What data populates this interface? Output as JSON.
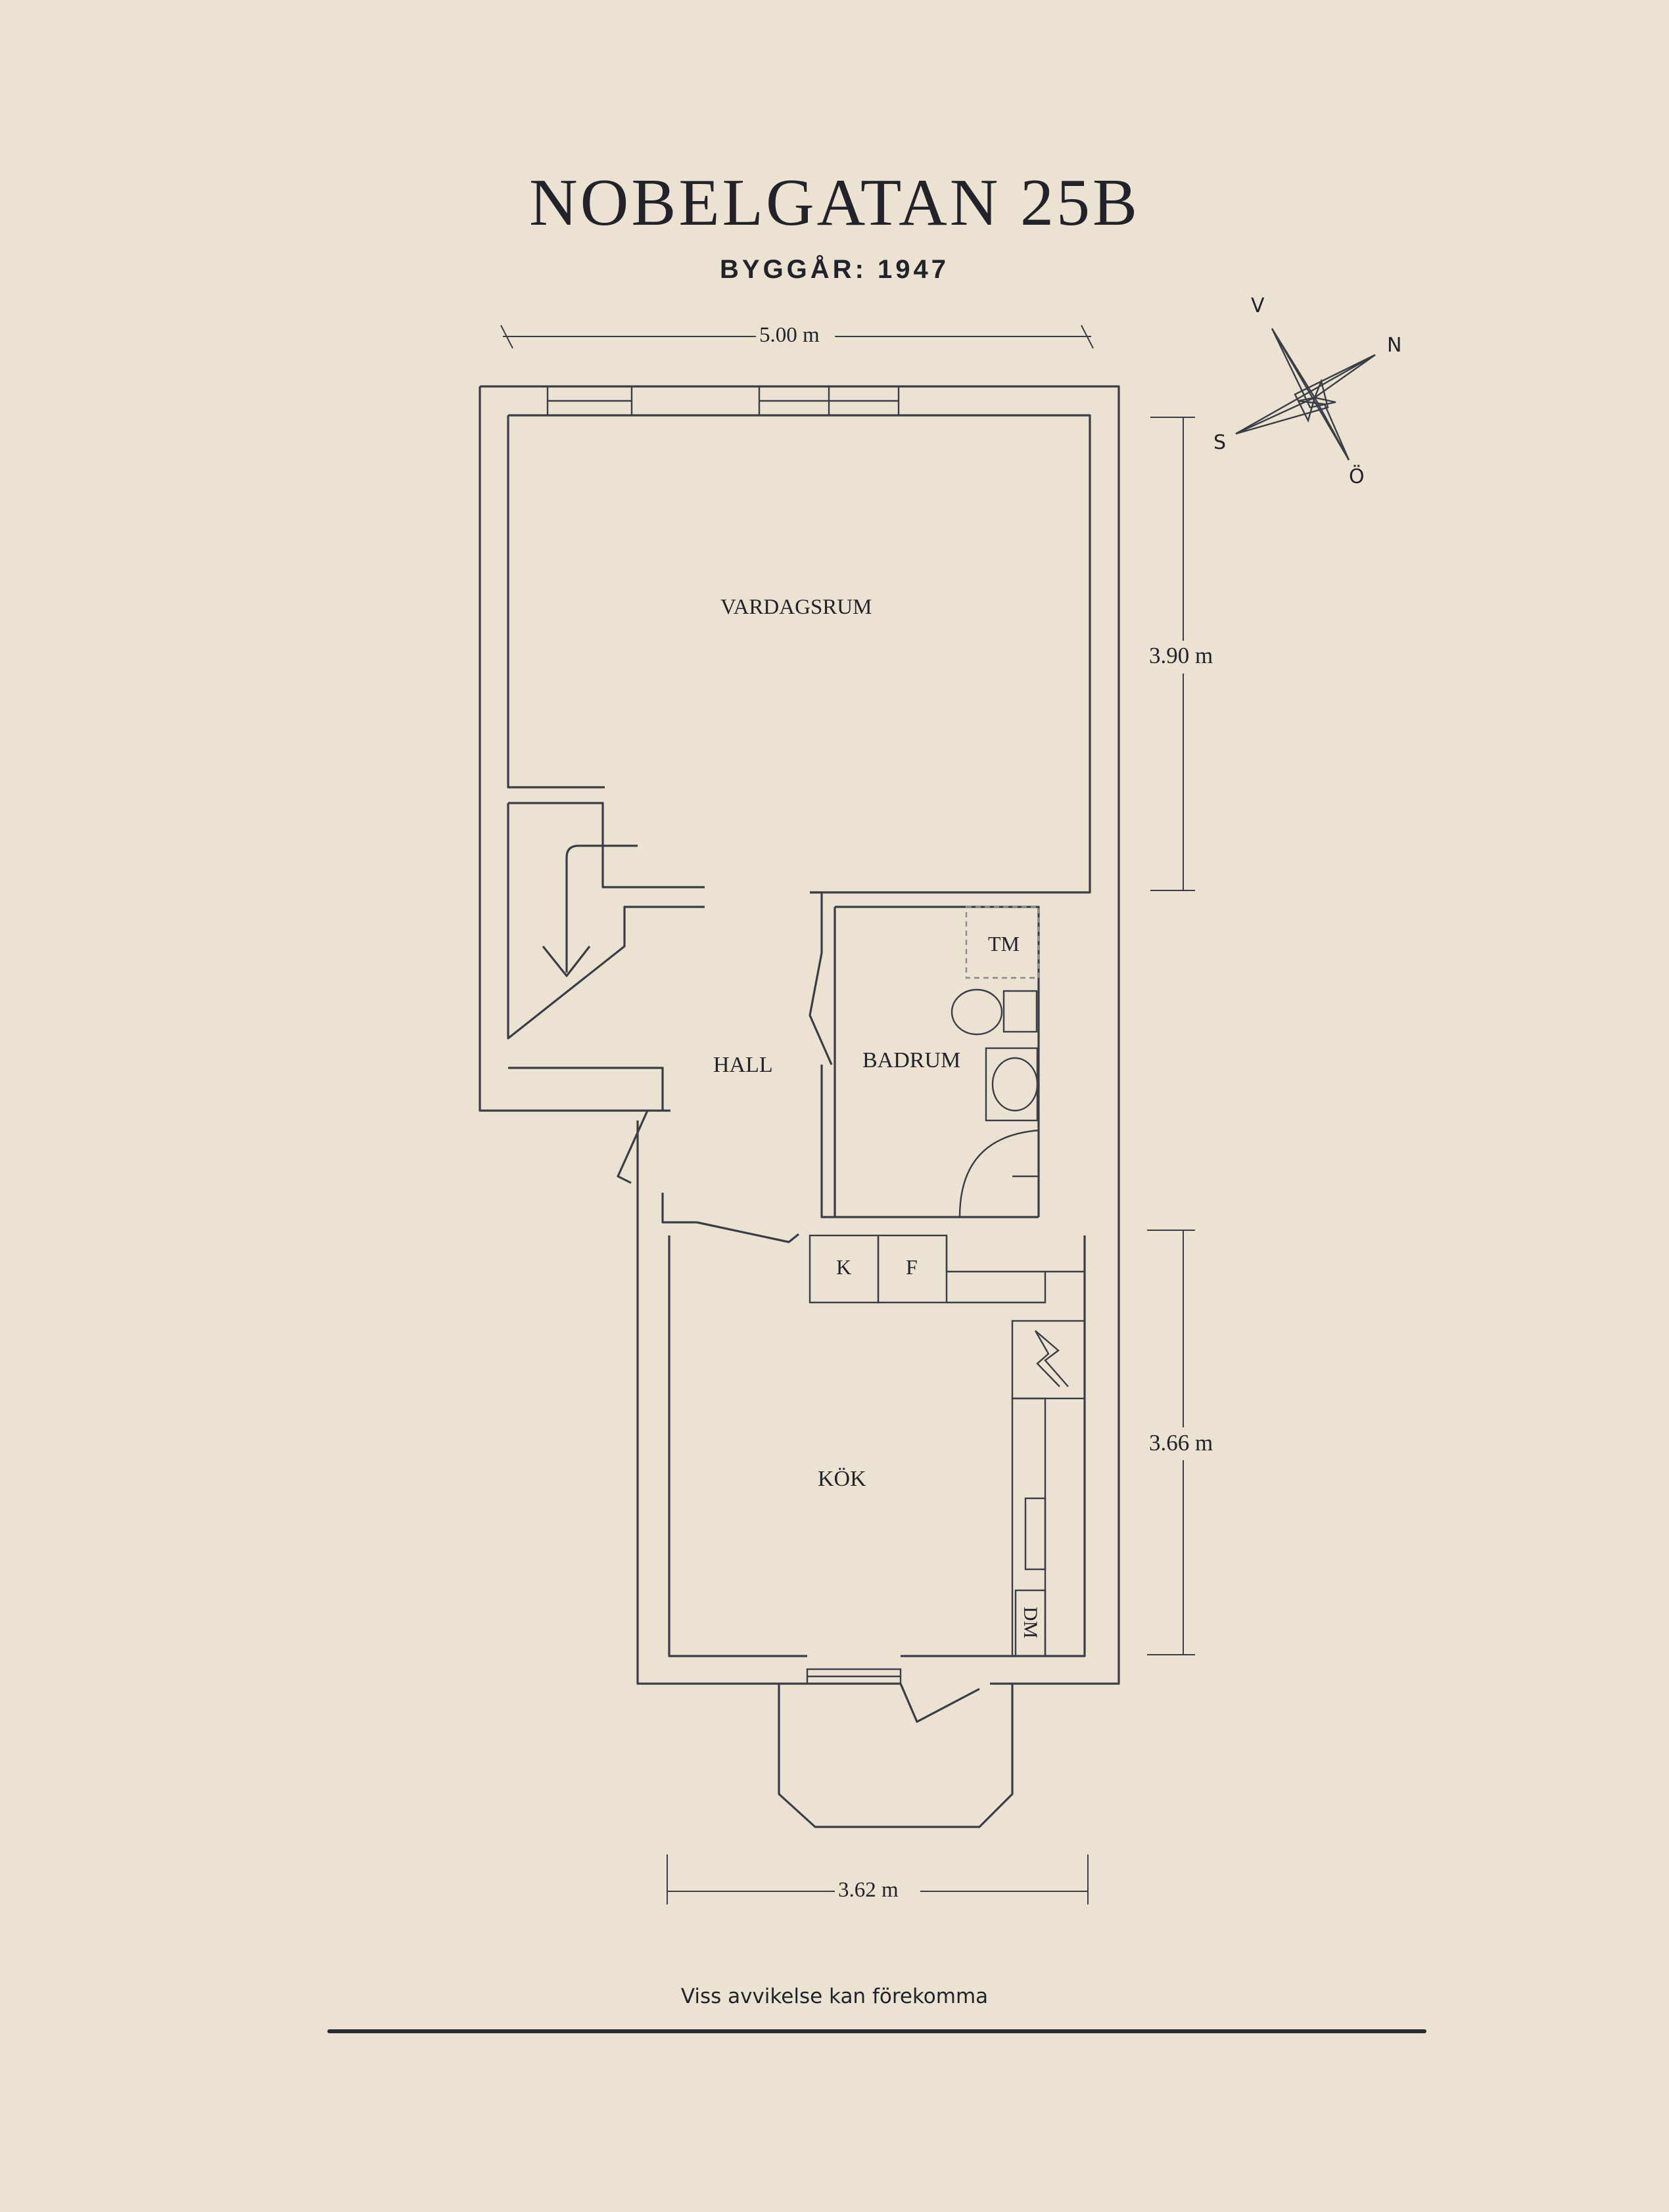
{
  "title": "NOBELGATAN 25B",
  "subtitle": "BYGGÅR: 1947",
  "rooms": {
    "living_room": "VARDAGSRUM",
    "hall": "HALL",
    "bathroom": "BADRUM",
    "kitchen": "KÖK"
  },
  "fixtures": {
    "washing_machine": "TM",
    "fridge": "K",
    "freezer": "F",
    "dishwasher": "DM"
  },
  "dimensions": {
    "top_width": "5.00 m",
    "living_room_depth": "3.90 m",
    "kitchen_depth": "3.66 m",
    "bottom_width": "3.62 m"
  },
  "compass": {
    "north": "N",
    "south": "S",
    "west": "V",
    "east": "Ö"
  },
  "footer": {
    "note": "Viss avvikelse kan förekomma"
  }
}
